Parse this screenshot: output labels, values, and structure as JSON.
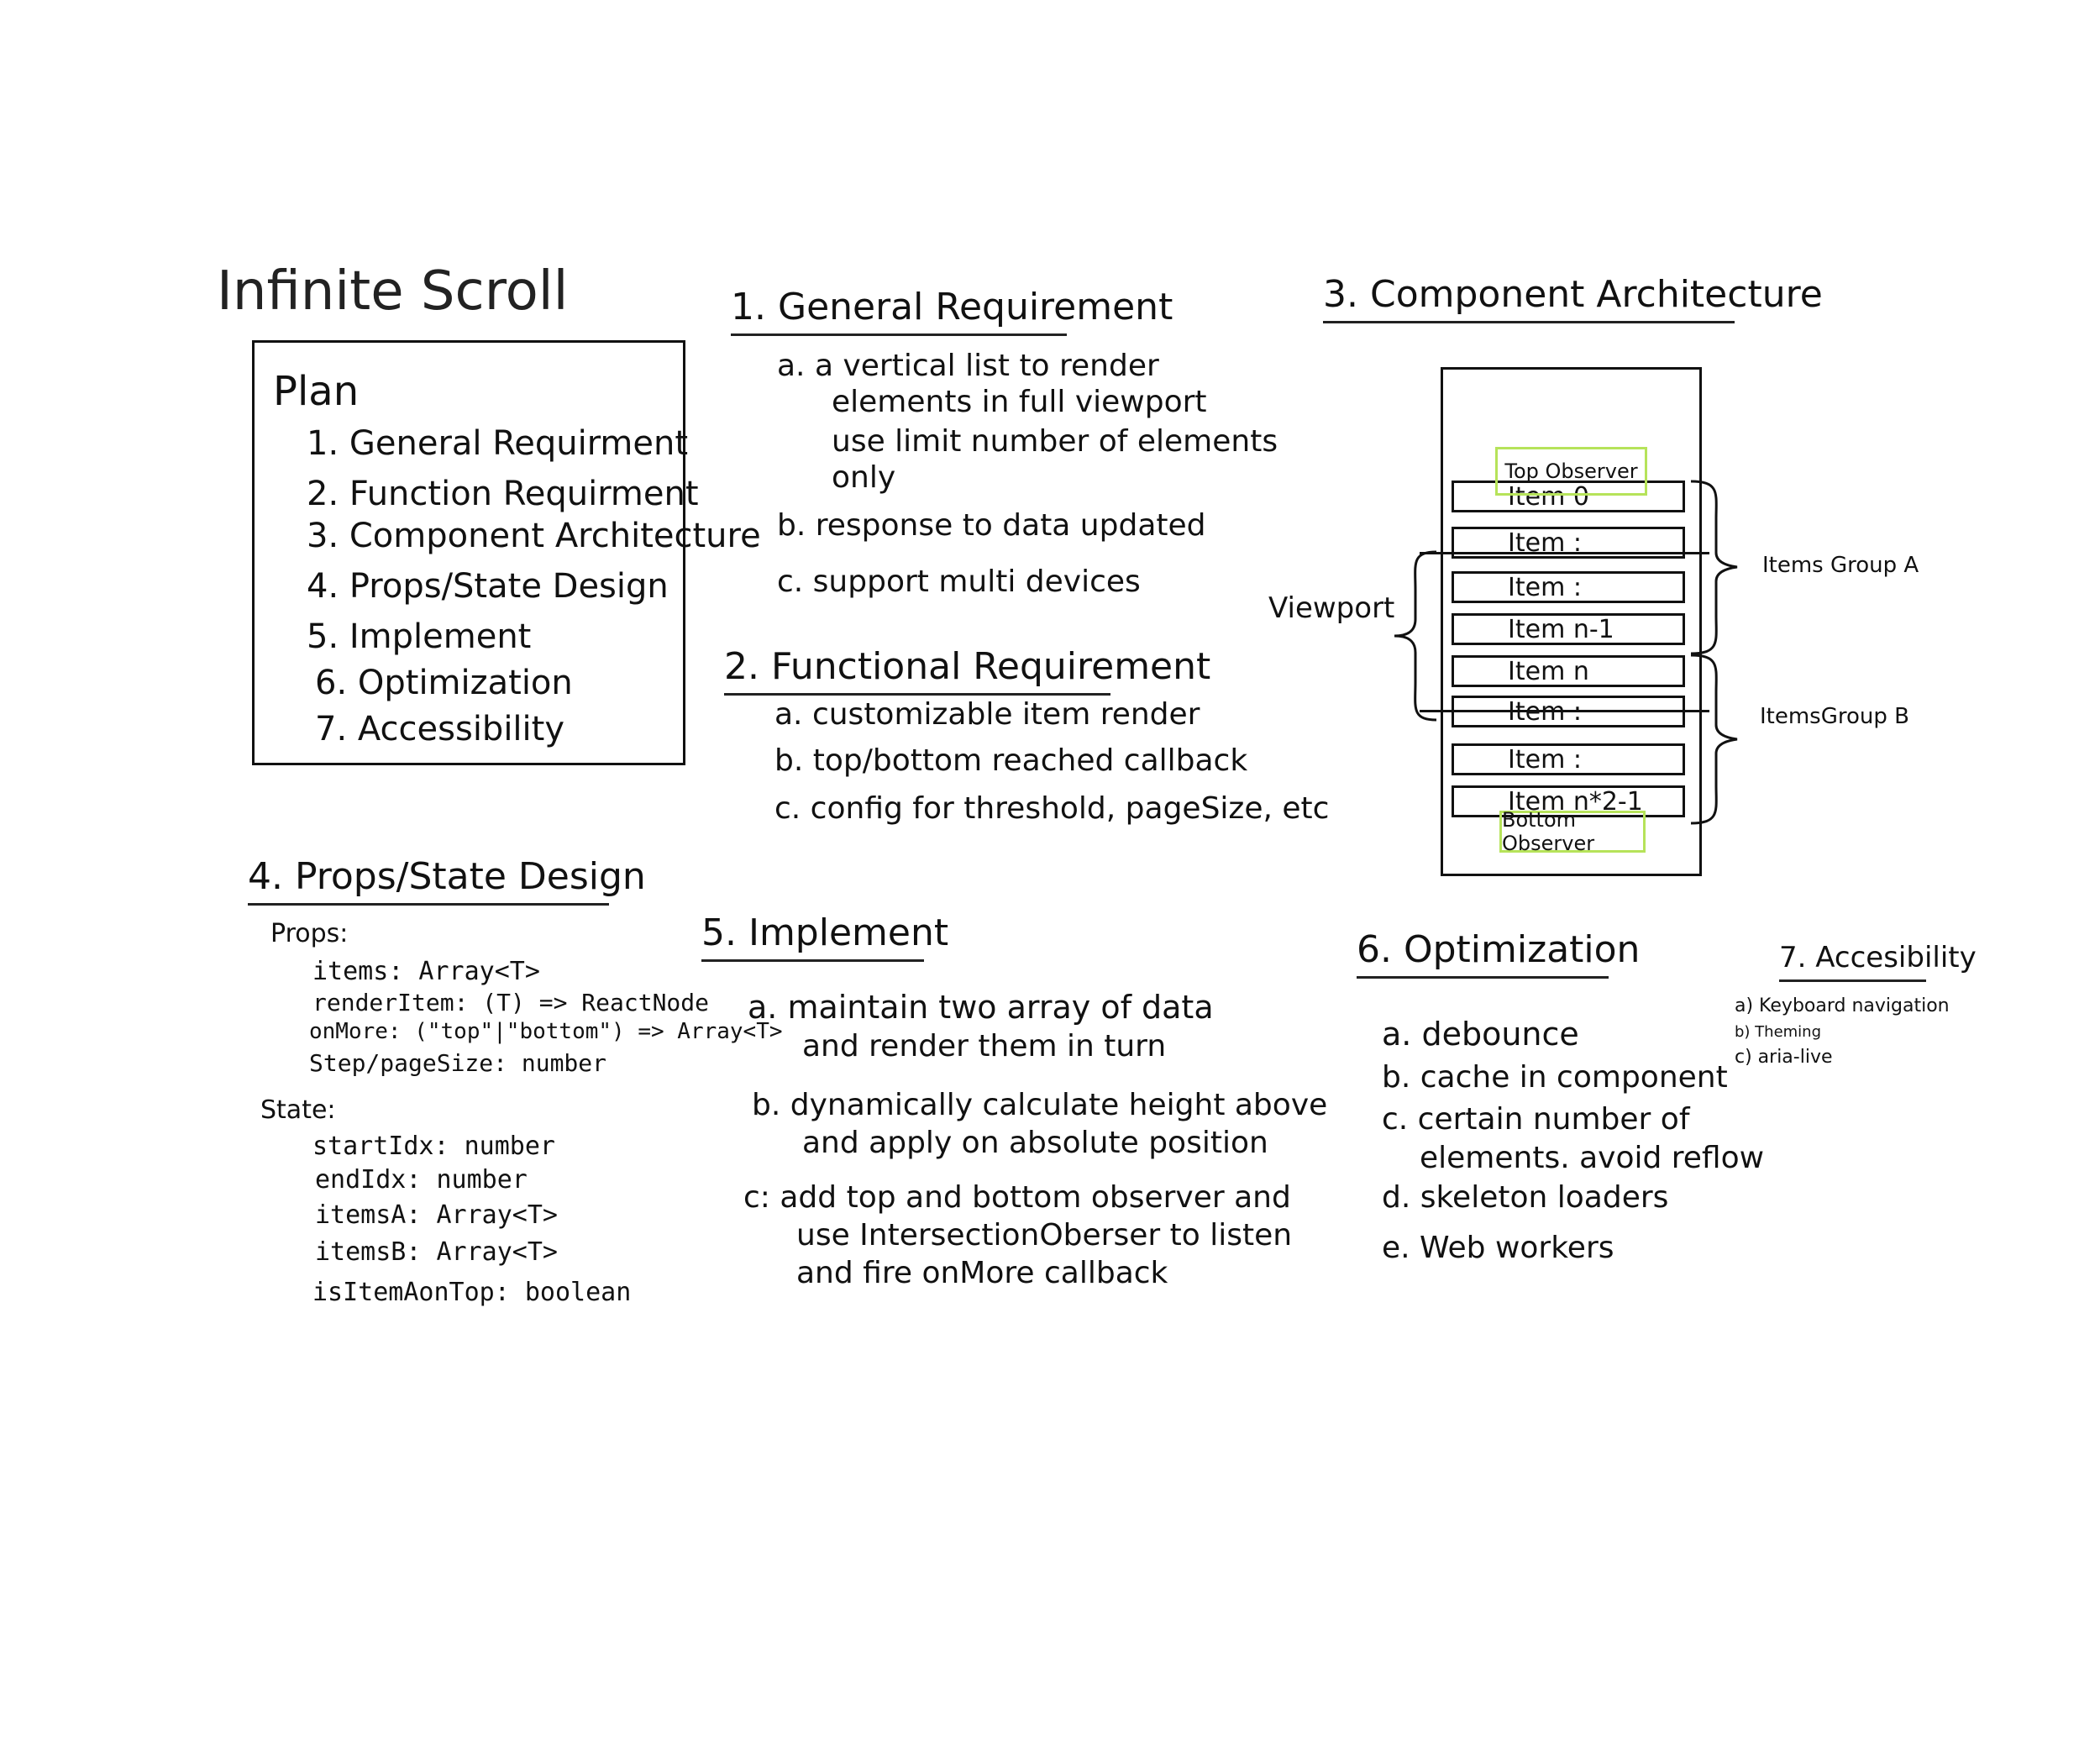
{
  "title": "Infinite Scroll",
  "plan": {
    "heading": "Plan",
    "items": [
      "1. General Requirment",
      "2. Function Requirment",
      "3. Component Architecture",
      "4. Props/State Design",
      "5. Implement",
      "6. Optimization",
      "7. Accessibility"
    ]
  },
  "general": {
    "heading": "1. General Requirement",
    "a": "a. a vertical list to render",
    "a2": "elements in full viewport",
    "a3": "use limit number of elements",
    "a4": "only",
    "b": "b. response to data updated",
    "c": "c. support multi devices"
  },
  "functional": {
    "heading": "2. Functional Requirement",
    "a": "a. customizable item render",
    "b": "b. top/bottom reached callback",
    "c": "c. config for threshold, pageSize, etc"
  },
  "architecture": {
    "heading": "3. Component Architecture",
    "viewport": "Viewport",
    "top_observer": "Top Observer",
    "bottom_observer": "Bottom Observer",
    "group_a": "Items Group A",
    "group_b": "ItemsGroup B",
    "items": [
      "Item 0",
      "Item :",
      "Item :",
      "Item n-1",
      "Item n",
      "Item :",
      "Item :",
      "Item n*2-1"
    ]
  },
  "props_state": {
    "heading": "4. Props/State Design",
    "props_label": "Props:",
    "props": [
      "items: Array<T>",
      "renderItem: (T) => ReactNode",
      "onMore: (\"top\"|\"bottom\") => Array<T>",
      "Step/pageSize: number"
    ],
    "state_label": "State:",
    "state": [
      "startIdx: number",
      "endIdx: number",
      "itemsA: Array<T>",
      "itemsB: Array<T>",
      "isItemAonTop: boolean"
    ]
  },
  "implement": {
    "heading": "5. Implement",
    "a1": "a. maintain two array of data",
    "a2": "and render them in turn",
    "b1": "b. dynamically calculate height above",
    "b2": "and apply on absolute position",
    "c1": "c: add top and bottom observer and",
    "c2": "use IntersectionOberser to listen",
    "c3": "and fire onMore callback"
  },
  "optimization": {
    "heading": "6. Optimization",
    "items": [
      "a. debounce",
      "b. cache in component",
      "c. certain number of",
      "elements. avoid reflow",
      "d. skeleton loaders",
      "e. Web workers"
    ]
  },
  "accessibility": {
    "heading": "7. Accesibility",
    "items": [
      "a) Keyboard navigation",
      "b) Theming",
      "c) aria-live"
    ]
  }
}
